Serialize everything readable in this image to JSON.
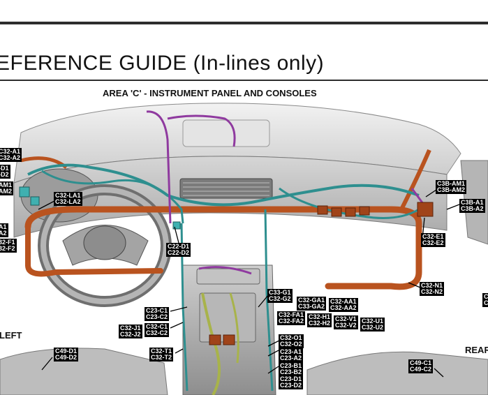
{
  "header": {
    "title": "EFERENCE GUIDE",
    "subtitle": "(In-lines only)"
  },
  "area_title": "AREA 'C' - INSTRUMENT PANEL AND CONSOLES",
  "side_labels": {
    "left": "LEFT",
    "right": "REAR"
  },
  "connectors": [
    {
      "id": "c32-a",
      "lines": [
        "C32-A1",
        "C32-A2"
      ]
    },
    {
      "id": "d1-d2",
      "lines": [
        "-D1",
        "-D2"
      ]
    },
    {
      "id": "am1-am2",
      "lines": [
        "AM1",
        "AM2"
      ]
    },
    {
      "id": "c32-la",
      "lines": [
        "C32-LA1",
        "C32-LA2"
      ]
    },
    {
      "id": "a1-a2-left",
      "lines": [
        "A1",
        "A2"
      ]
    },
    {
      "id": "f1-f2",
      "lines": [
        "32-F1",
        "32-F2"
      ]
    },
    {
      "id": "c3b-am",
      "lines": [
        "C3B-AM1",
        "C3B-AM2"
      ]
    },
    {
      "id": "c3b-a",
      "lines": [
        "C3B-A1",
        "C3B-A2"
      ]
    },
    {
      "id": "c32-e",
      "lines": [
        "C32-E1",
        "C32-E2"
      ]
    },
    {
      "id": "c22-d",
      "lines": [
        "C22-D1",
        "C22-D2"
      ]
    },
    {
      "id": "c32-n",
      "lines": [
        "C32-N1",
        "C32-N2"
      ]
    },
    {
      "id": "c33-g",
      "lines": [
        "C33-G1",
        "C32-G2"
      ]
    },
    {
      "id": "c32-ga",
      "lines": [
        "C32-GA1",
        "C33-GA2"
      ]
    },
    {
      "id": "c32-aa",
      "lines": [
        "C32-AA1",
        "C32-AA2"
      ]
    },
    {
      "id": "c23-c",
      "lines": [
        "C23-C1",
        "C23-C2"
      ]
    },
    {
      "id": "c32-fa",
      "lines": [
        "C32-FA1",
        "C32-FA2"
      ]
    },
    {
      "id": "c32-h",
      "lines": [
        "C32-H1",
        "C32-H2"
      ]
    },
    {
      "id": "c32-v",
      "lines": [
        "C32-V1",
        "C32-V2"
      ]
    },
    {
      "id": "c32-u",
      "lines": [
        "C32-U1",
        "C32-U2"
      ]
    },
    {
      "id": "c32-j",
      "lines": [
        "C32-J1",
        "C32-J2"
      ]
    },
    {
      "id": "c32-c",
      "lines": [
        "C32-C1",
        "C32-C2"
      ]
    },
    {
      "id": "c32-o",
      "lines": [
        "C32-O1",
        "C32-O2"
      ]
    },
    {
      "id": "c49-d",
      "lines": [
        "C49-D1",
        "C49-D2"
      ]
    },
    {
      "id": "c32-t",
      "lines": [
        "C32-T1",
        "C32-T2"
      ]
    },
    {
      "id": "c23-a",
      "lines": [
        "C23-A1",
        "C23-A2"
      ]
    },
    {
      "id": "c23-b",
      "lines": [
        "C23-B1",
        "C23-B2"
      ]
    },
    {
      "id": "c23-d",
      "lines": [
        "C23-D1",
        "C23-D2"
      ]
    },
    {
      "id": "c49-c",
      "lines": [
        "C49-C1",
        "C49-C2"
      ]
    },
    {
      "id": "right-edge",
      "lines": [
        "C",
        "C"
      ]
    }
  ]
}
